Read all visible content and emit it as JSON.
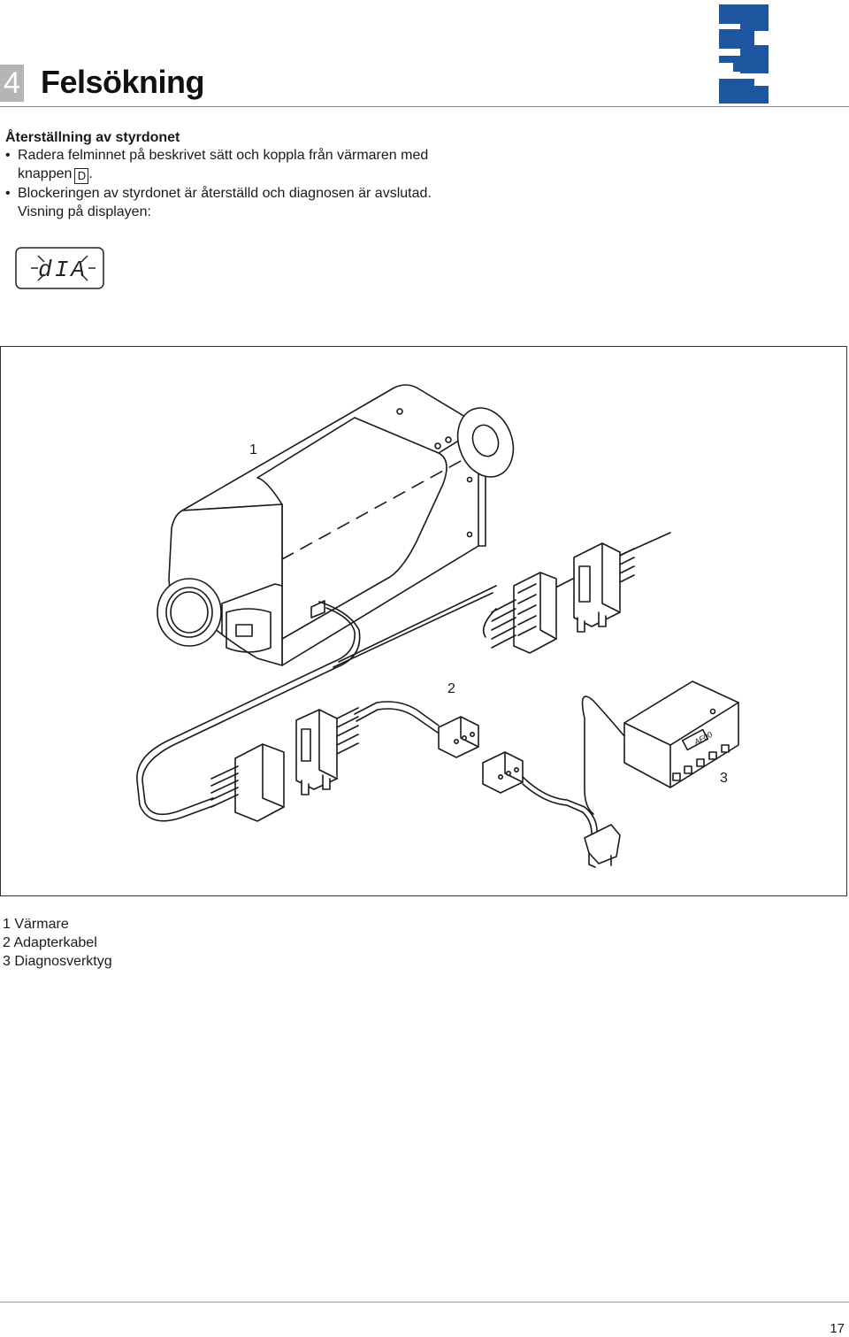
{
  "header": {
    "chapter_number": "4",
    "chapter_title": "Felsökning"
  },
  "brand": {
    "colors": {
      "primary": "#1E56A0"
    }
  },
  "section": {
    "heading": "Återställning av styrdonet",
    "bullets": [
      {
        "text_before_key": "Radera felminnet på beskrivet sätt och koppla från värmaren med knappen",
        "key_label": "D",
        "text_after_key": "."
      },
      {
        "text": "Blockeringen av styrdonet är återställd och diagnosen är avslutad."
      }
    ],
    "display_caption": "Visning på displayen:",
    "display_text": "dIA"
  },
  "figure": {
    "callouts": [
      "1",
      "2",
      "3"
    ],
    "diagnostic_tool_display": "AF00"
  },
  "legend": [
    {
      "number": "1",
      "label": "Värmare"
    },
    {
      "number": "2",
      "label": "Adapterkabel"
    },
    {
      "number": "3",
      "label": "Diagnosverktyg"
    }
  ],
  "footer": {
    "page_number": "17"
  }
}
